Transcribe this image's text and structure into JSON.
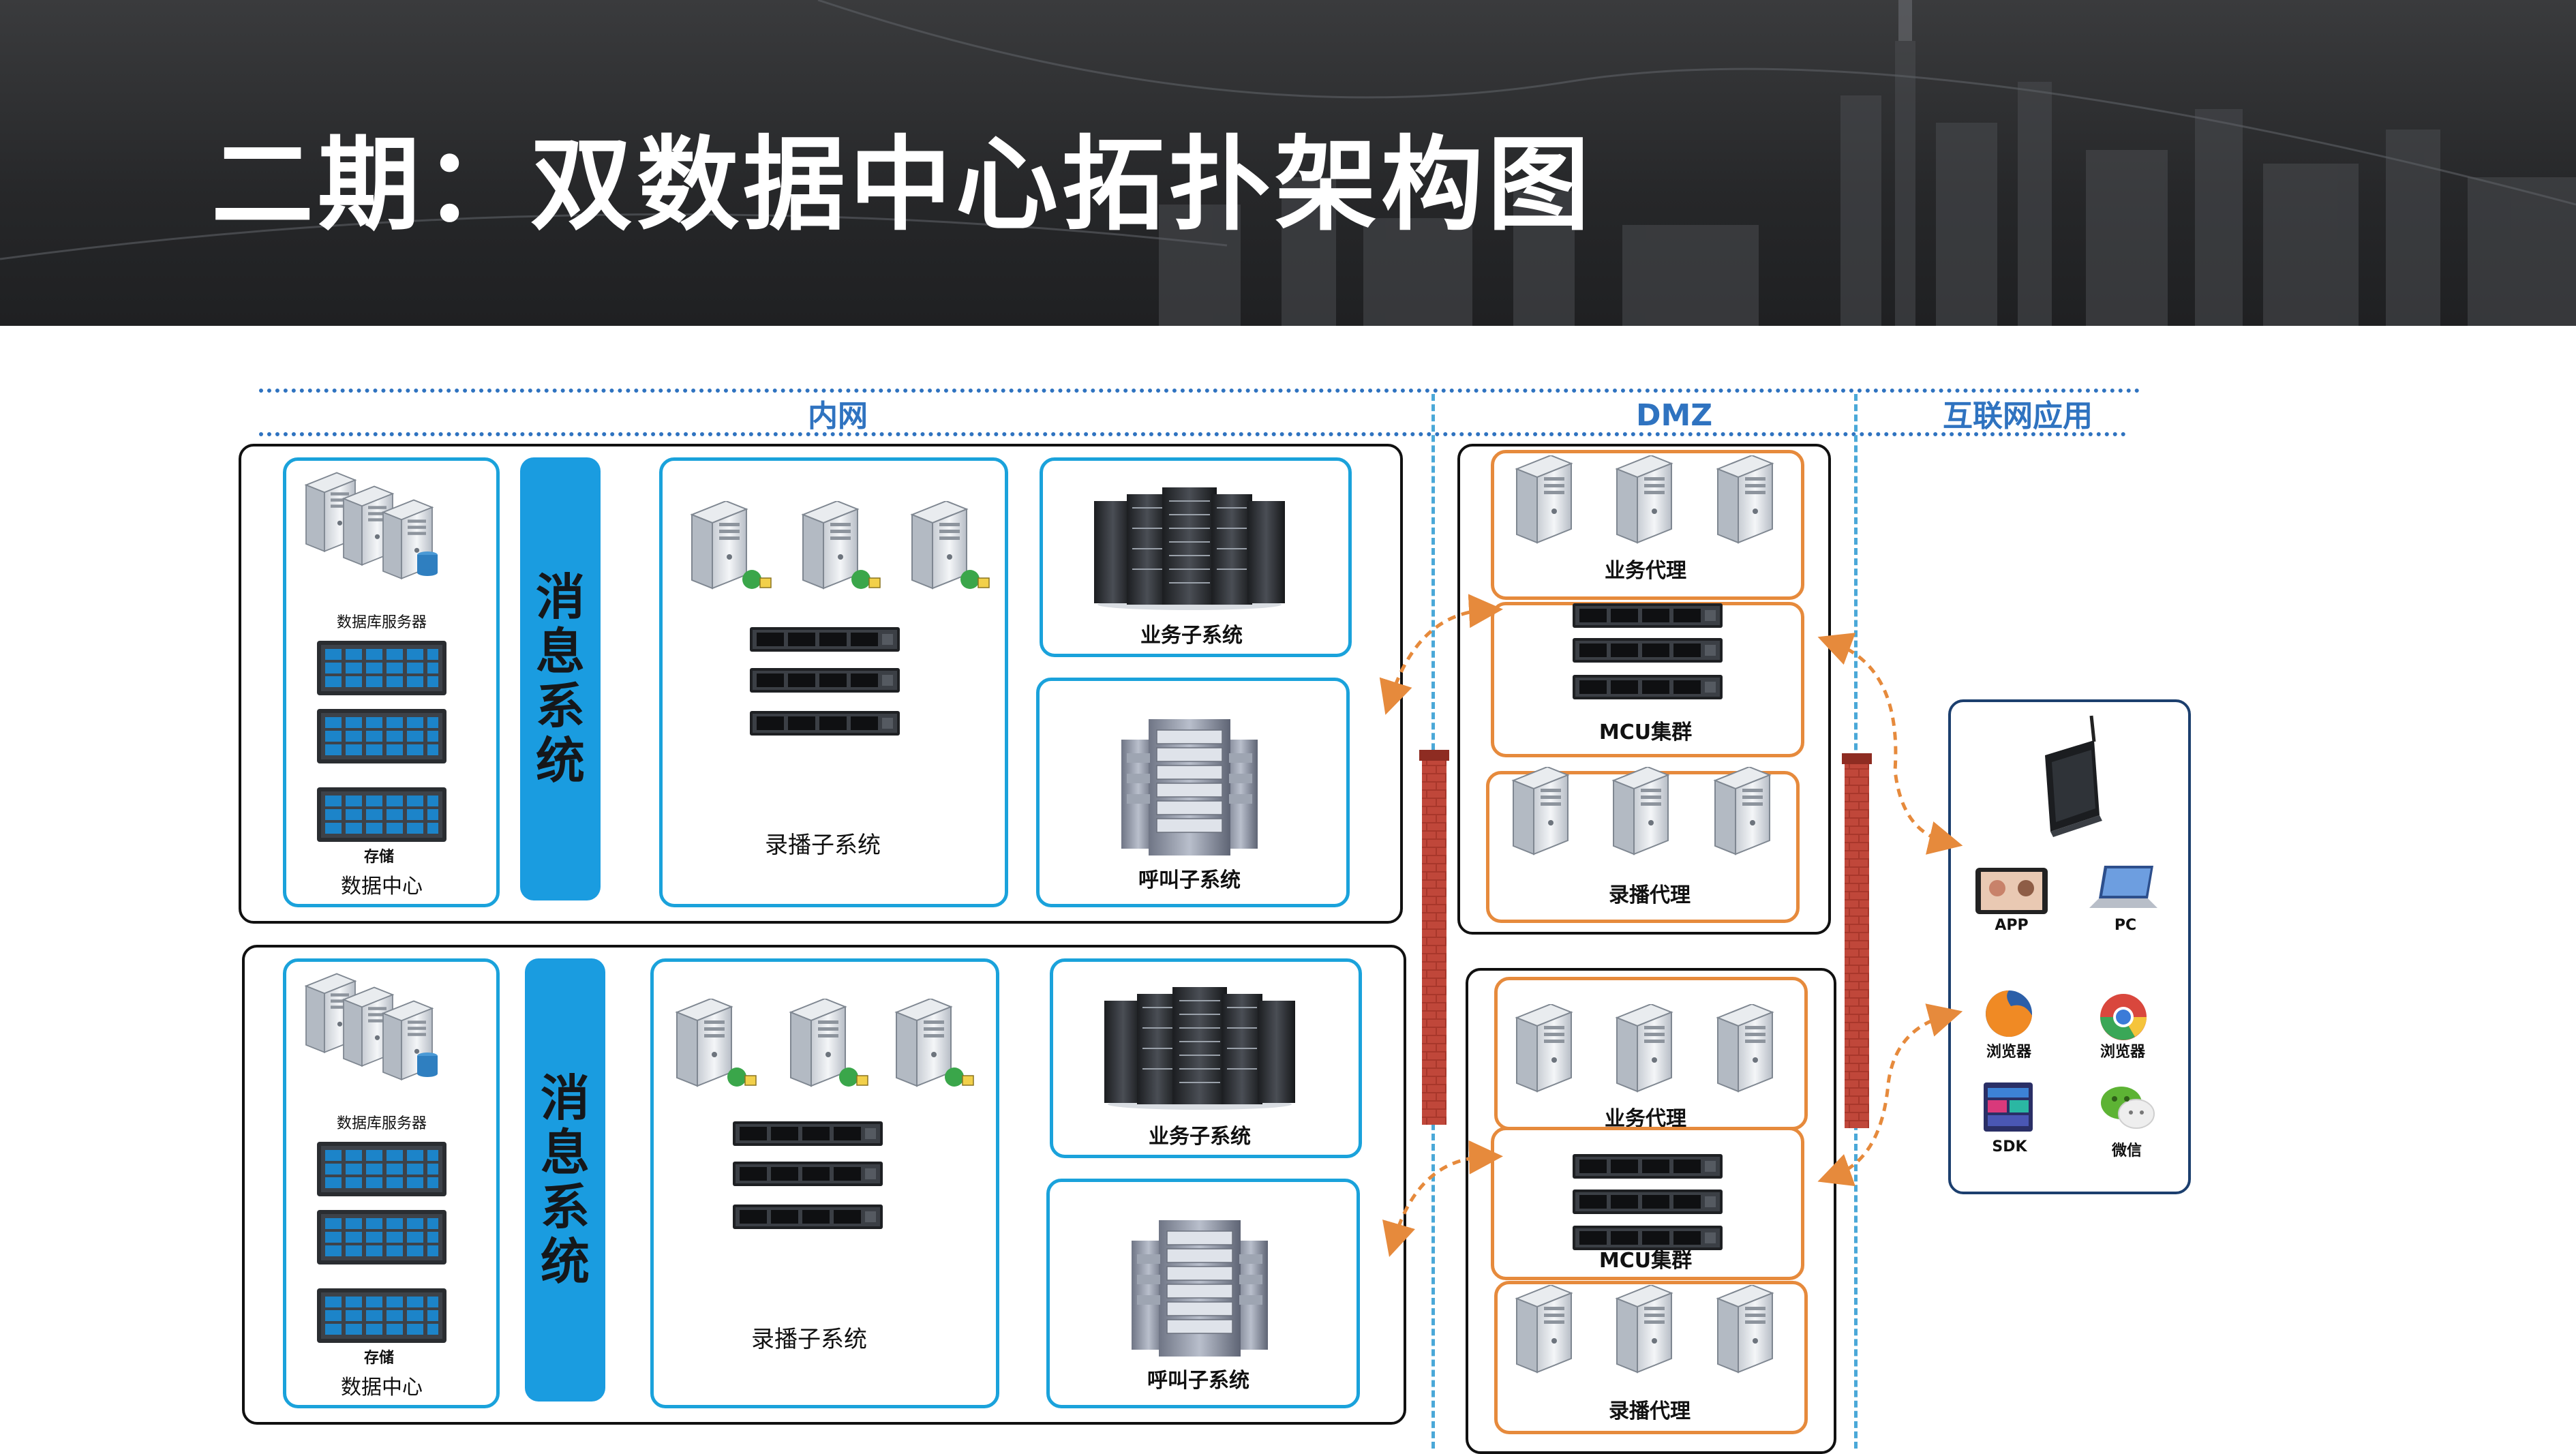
{
  "title": "二期：双数据中心拓扑架构图",
  "zones": {
    "intranet": "内网",
    "dmz": "DMZ",
    "internet": "互联网应用"
  },
  "groups": [
    {
      "message_system": "消息系统",
      "db_server_label": "数据库服务器",
      "storage_label": "存储",
      "datacenter_label": "数据中心",
      "recording_label": "录播子系统",
      "business_label": "业务子系统",
      "call_label": "呼叫子系统"
    },
    {
      "message_system": "消息系统",
      "db_server_label": "数据库服务器",
      "storage_label": "存储",
      "datacenter_label": "数据中心",
      "recording_label": "录播子系统",
      "business_label": "业务子系统",
      "call_label": "呼叫子系统"
    }
  ],
  "dmz": [
    {
      "business_proxy": "业务代理",
      "mcu_cluster": "MCU集群",
      "recording_proxy": "录播代理"
    },
    {
      "business_proxy": "业务代理",
      "mcu_cluster": "MCU集群",
      "recording_proxy": "录播代理"
    }
  ],
  "clients": {
    "app": "APP",
    "pc": "PC",
    "browser_firefox": "浏览器",
    "browser_chrome": "浏览器",
    "sdk": "SDK",
    "wechat": "微信"
  },
  "colors": {
    "accent_blue": "#1a9ce0",
    "box_border_blue": "#1aa2db",
    "dmz_orange": "#e68a3c",
    "zone_text": "#2f73c0"
  }
}
